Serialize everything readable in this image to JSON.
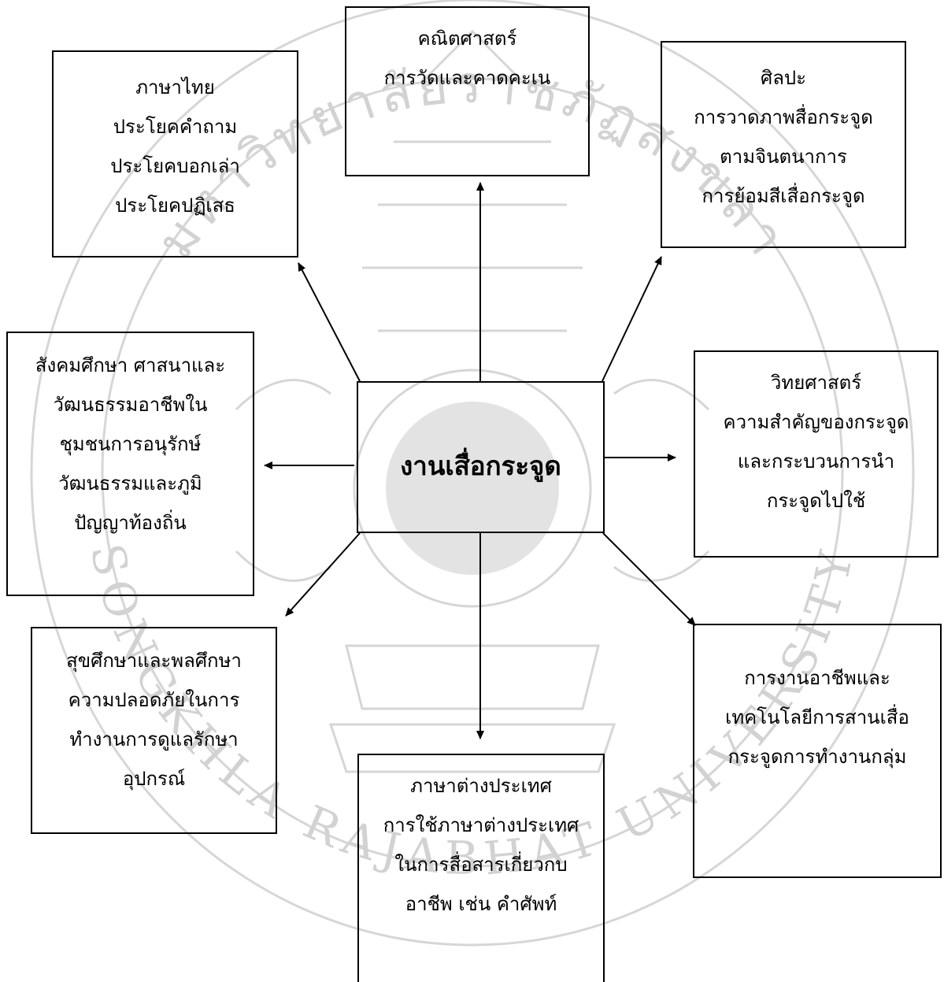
{
  "center": {
    "label": "งานเสื่อกระจูด"
  },
  "subjects": [
    {
      "id": "thai",
      "lines": [
        "ภาษาไทย",
        "ประโยคคำถาม",
        "ประโยคบอกเล่า",
        "ประโยคปฏิเสธ"
      ]
    },
    {
      "id": "math",
      "lines": [
        "คณิตศาสตร์",
        "การวัดและคาดคะเน"
      ]
    },
    {
      "id": "art",
      "lines": [
        "ศิลปะ",
        "การวาดภาพสื่อกระจูด",
        "ตามจินตนาการ",
        "การย้อมสีเสื่อกระจูด"
      ]
    },
    {
      "id": "social",
      "lines": [
        "สังคมศึกษา ศาสนาและ",
        "วัฒนธรรมอาชีพใน",
        "ชุมชนการอนุรักษ์",
        "วัฒนธรรมและภูมิ",
        "ปัญญาท้องถิ่น"
      ]
    },
    {
      "id": "science",
      "lines": [
        "วิทยศาสตร์",
        "ความสำคัญของกระจูด",
        "และกระบวนการนำ",
        "กระจูดไปใช้"
      ]
    },
    {
      "id": "health",
      "lines": [
        "สุขศึกษาและพลศึกษา",
        "ความปลอดภัยในการ",
        "ทำงานการดูแลรักษา",
        "อุปกรณ์"
      ]
    },
    {
      "id": "career",
      "lines": [
        "การงานอาชีพและ",
        "เทคโนโลยีการสานเสื่อ",
        "กระจูดการทำงานกลุ่ม"
      ]
    },
    {
      "id": "foreign",
      "lines": [
        "ภาษาต่างประเทศ",
        "การใช้ภาษาต่างประเทศ",
        "ในการสื่อสารเกี่ยวกบ",
        "อาชีพ เช่น คำศัพท์"
      ]
    }
  ],
  "watermark": {
    "text_top": "มหาวิทยาลัยราชภัฏสงขลา",
    "text_bottom": "SONGKHLA RAJABHAT UNIVERSITY"
  },
  "colors": {
    "ink": "#000000",
    "watermark": "#cfcfcf"
  }
}
